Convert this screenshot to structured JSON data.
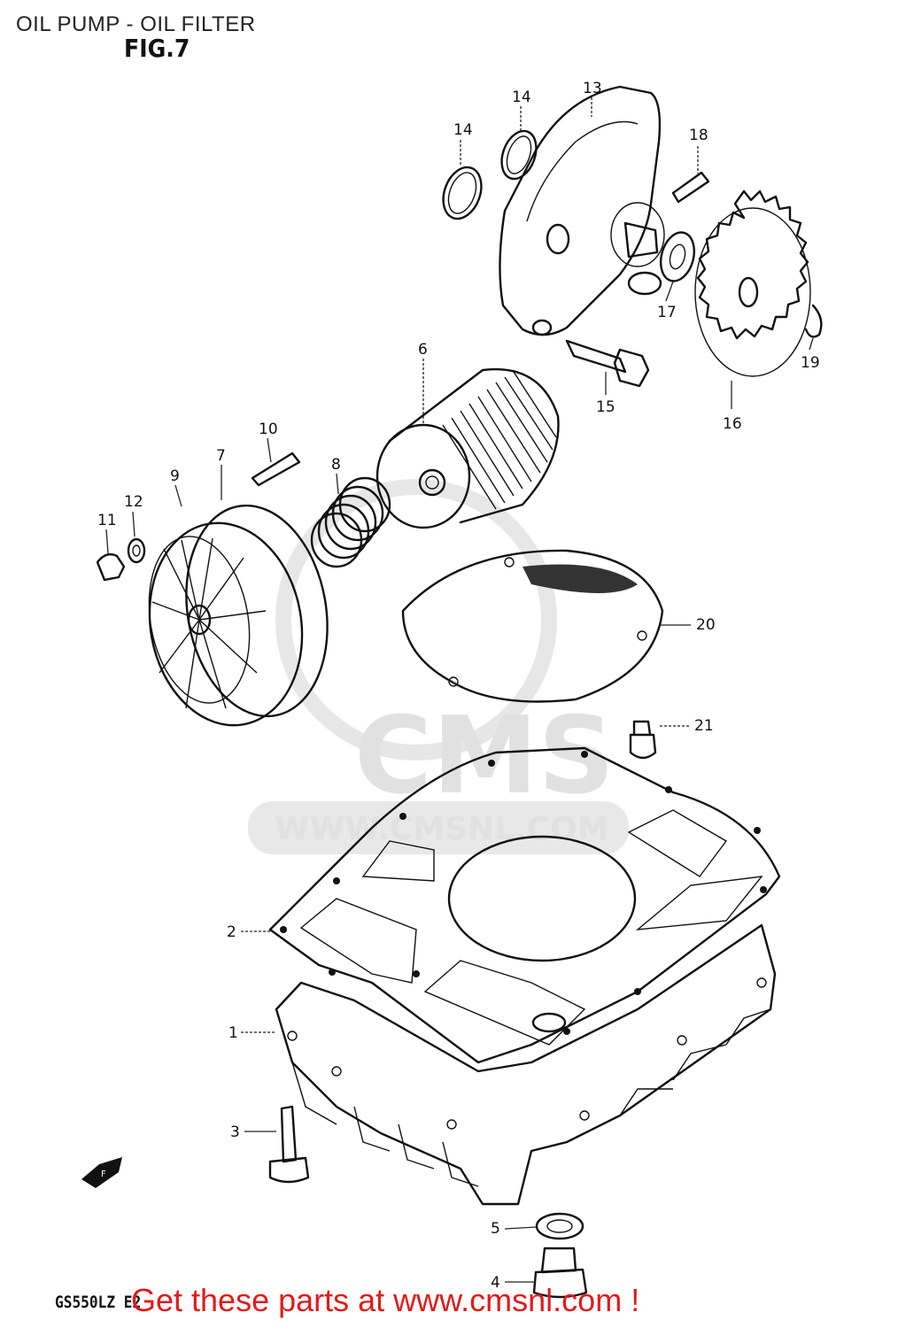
{
  "header": {
    "title": "OIL PUMP - OIL FILTER",
    "figure": "FIG.7"
  },
  "footer": {
    "model_code": "GS550LZ E2",
    "call_to_action": "Get these parts at www.cmsnl.com !",
    "call_to_action_color": "#e11b1b"
  },
  "watermark": {
    "logo_text": "CMS",
    "url_text": "WWW.CMSNL.COM"
  },
  "part_labels": {
    "p1": "1",
    "p2": "2",
    "p3": "3",
    "p4": "4",
    "p5": "5",
    "p6": "6",
    "p7": "7",
    "p8": "8",
    "p9": "9",
    "p10": "10",
    "p11": "11",
    "p12": "12",
    "p13": "13",
    "p14a": "14",
    "p14b": "14",
    "p15": "15",
    "p16": "16",
    "p17": "17",
    "p18": "18",
    "p19": "19",
    "p20": "20",
    "p21": "21"
  },
  "direction_marker": "F"
}
